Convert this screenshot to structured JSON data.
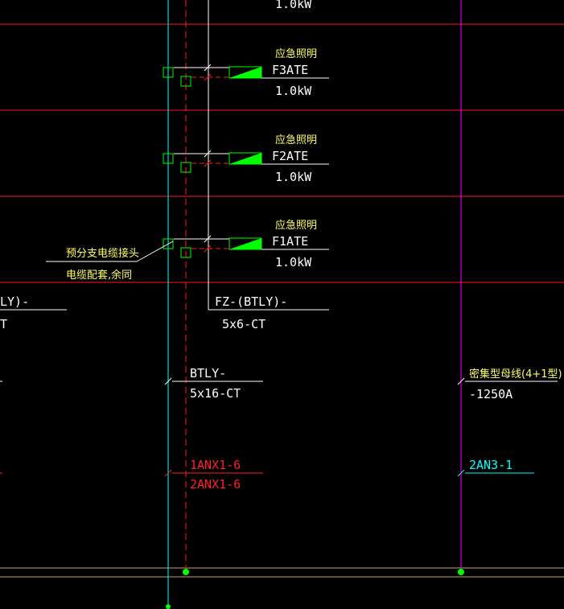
{
  "colors": {
    "background": "#000000",
    "floor_line": "#ff1a1a",
    "cable_riser": "#00ffff",
    "spare_riser": "#ff2020",
    "busway": "#ff00ff",
    "branch_line": "#ffffff",
    "box": "#00ff00",
    "panel_fill": "#00ff00",
    "label": "#ffffff",
    "label_cn": "#ffff66",
    "node": "#00ff00",
    "ground": "#c8a060"
  },
  "top_label": {
    "rating": "1.0kW"
  },
  "branches": [
    {
      "cn": "应急照明",
      "panel": "F3ATE",
      "rating": "1.0kW"
    },
    {
      "cn": "应急照明",
      "panel": "F2ATE",
      "rating": "1.0kW"
    },
    {
      "cn": "应急照明",
      "panel": "F1ATE",
      "rating": "1.0kW"
    }
  ],
  "joint_note": {
    "line1": "预分支电缆接头",
    "line2": "电缆配套,余同"
  },
  "left_cable": {
    "line1": "LY)-",
    "line2": "T"
  },
  "branch_cable": {
    "line1": "FZ-(BTLY)-",
    "line2": "5x6-CT"
  },
  "main_cable": {
    "line1": "BTLY-",
    "line2": "5x16-CT"
  },
  "spare_cable": {
    "line1": "1ANX1-6",
    "line2": "2ANX1-6"
  },
  "busway": {
    "line1": "密集型母线(4+1型)",
    "line2": "-1250A",
    "feeder": "2AN3-1"
  }
}
